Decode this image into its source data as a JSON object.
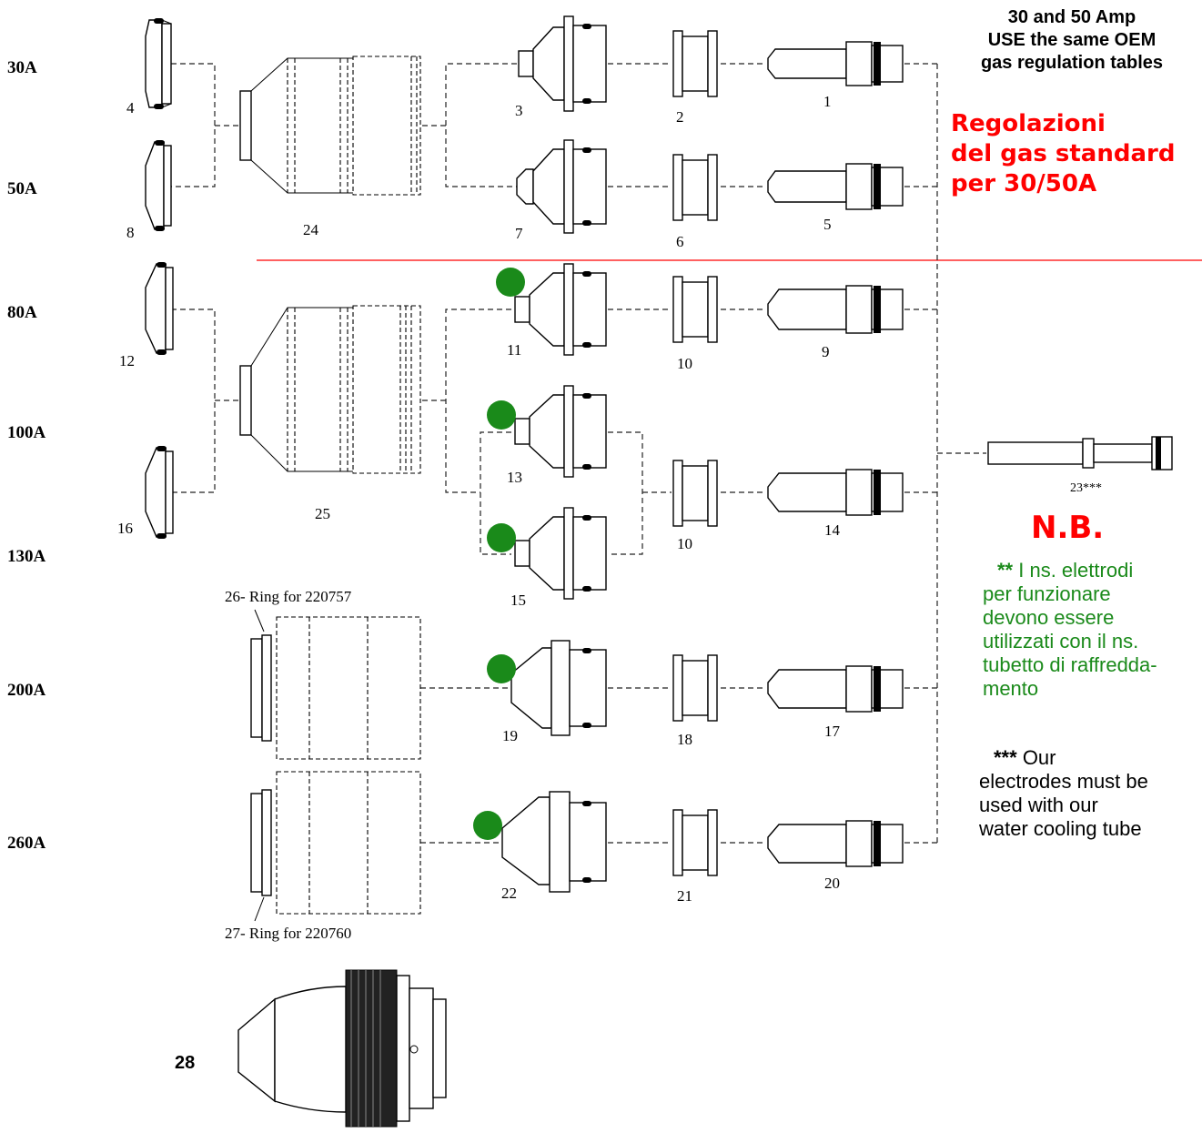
{
  "amperages": [
    "30A",
    "50A",
    "80A",
    "100A",
    "130A",
    "200A",
    "260A"
  ],
  "part_numbers": {
    "p1": "1",
    "p2": "2",
    "p3": "3",
    "p4": "4",
    "p5": "5",
    "p6": "6",
    "p7": "7",
    "p8": "8",
    "p9": "9",
    "p10a": "10",
    "p10b": "10",
    "p11": "11",
    "p12": "12",
    "p13": "13",
    "p14": "14",
    "p15": "15",
    "p16": "16",
    "p17": "17",
    "p18": "18",
    "p19": "19",
    "p20": "20",
    "p21": "21",
    "p22": "22",
    "p23": "23***",
    "p24": "24",
    "p25": "25",
    "p28": "28"
  },
  "rings": {
    "ring26": "26- Ring for 220757",
    "ring27": "27- Ring for 220760"
  },
  "notes": {
    "oem_line1": "30 and 50 Amp",
    "oem_line2": "USE the same OEM",
    "oem_line3": "gas regulation tables",
    "it_line1": "Regolazioni",
    "it_line2": "del gas standard",
    "it_line3": "per 30/50A",
    "nb": "N.B.",
    "green_stars": "**",
    "green_text1": "I ns. elettrodi",
    "green_text2": "per funzionare",
    "green_text3": "devono essere",
    "green_text4": "utilizzati con il ns.",
    "green_text5": "tubetto di raffredda-",
    "green_text6": "mento",
    "black_stars": "***",
    "black_text1": "Our",
    "black_text2": "electrodes must be",
    "black_text3": "used with our",
    "black_text4": "water cooling tube"
  },
  "colors": {
    "red": "#ff0000",
    "green": "#1a8a1a",
    "indicator_dot": "#1a8a1a",
    "divider": "#ff0000"
  }
}
